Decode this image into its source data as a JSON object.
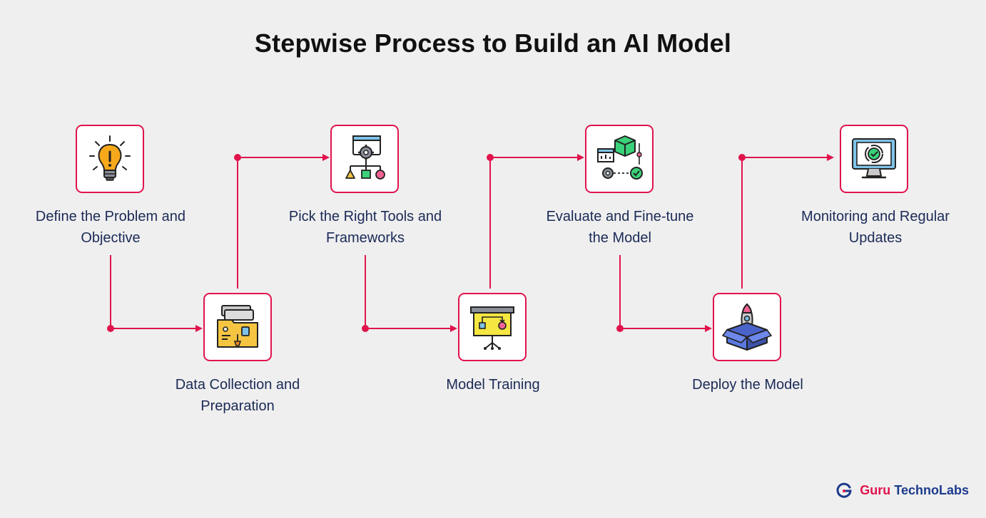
{
  "title": "Stepwise Process to Build an AI Model",
  "steps": [
    {
      "label_line1": "Define the Problem and",
      "label_line2": "Objective",
      "icon": "lightbulb-icon"
    },
    {
      "label_line1": "Data Collection and",
      "label_line2": "Preparation",
      "icon": "data-folder-icon"
    },
    {
      "label_line1": "Pick the Right Tools and",
      "label_line2": "Frameworks",
      "icon": "flowchart-gear-icon"
    },
    {
      "label_line1": "Model Training",
      "label_line2": "",
      "icon": "presentation-board-icon"
    },
    {
      "label_line1": "Evaluate and Fine-tune",
      "label_line2": "the Model",
      "icon": "cube-evaluation-icon"
    },
    {
      "label_line1": "Deploy the Model",
      "label_line2": "",
      "icon": "rocket-box-icon"
    },
    {
      "label_line1": "Monitoring and Regular",
      "label_line2": "Updates",
      "icon": "monitor-check-icon"
    }
  ],
  "brand": {
    "name_first": "Guru",
    "name_second": "TechnoLabs",
    "icon": "guru-logo-icon"
  },
  "colors": {
    "accent": "#e0144c",
    "label": "#1b2a57",
    "background": "#efefef"
  }
}
